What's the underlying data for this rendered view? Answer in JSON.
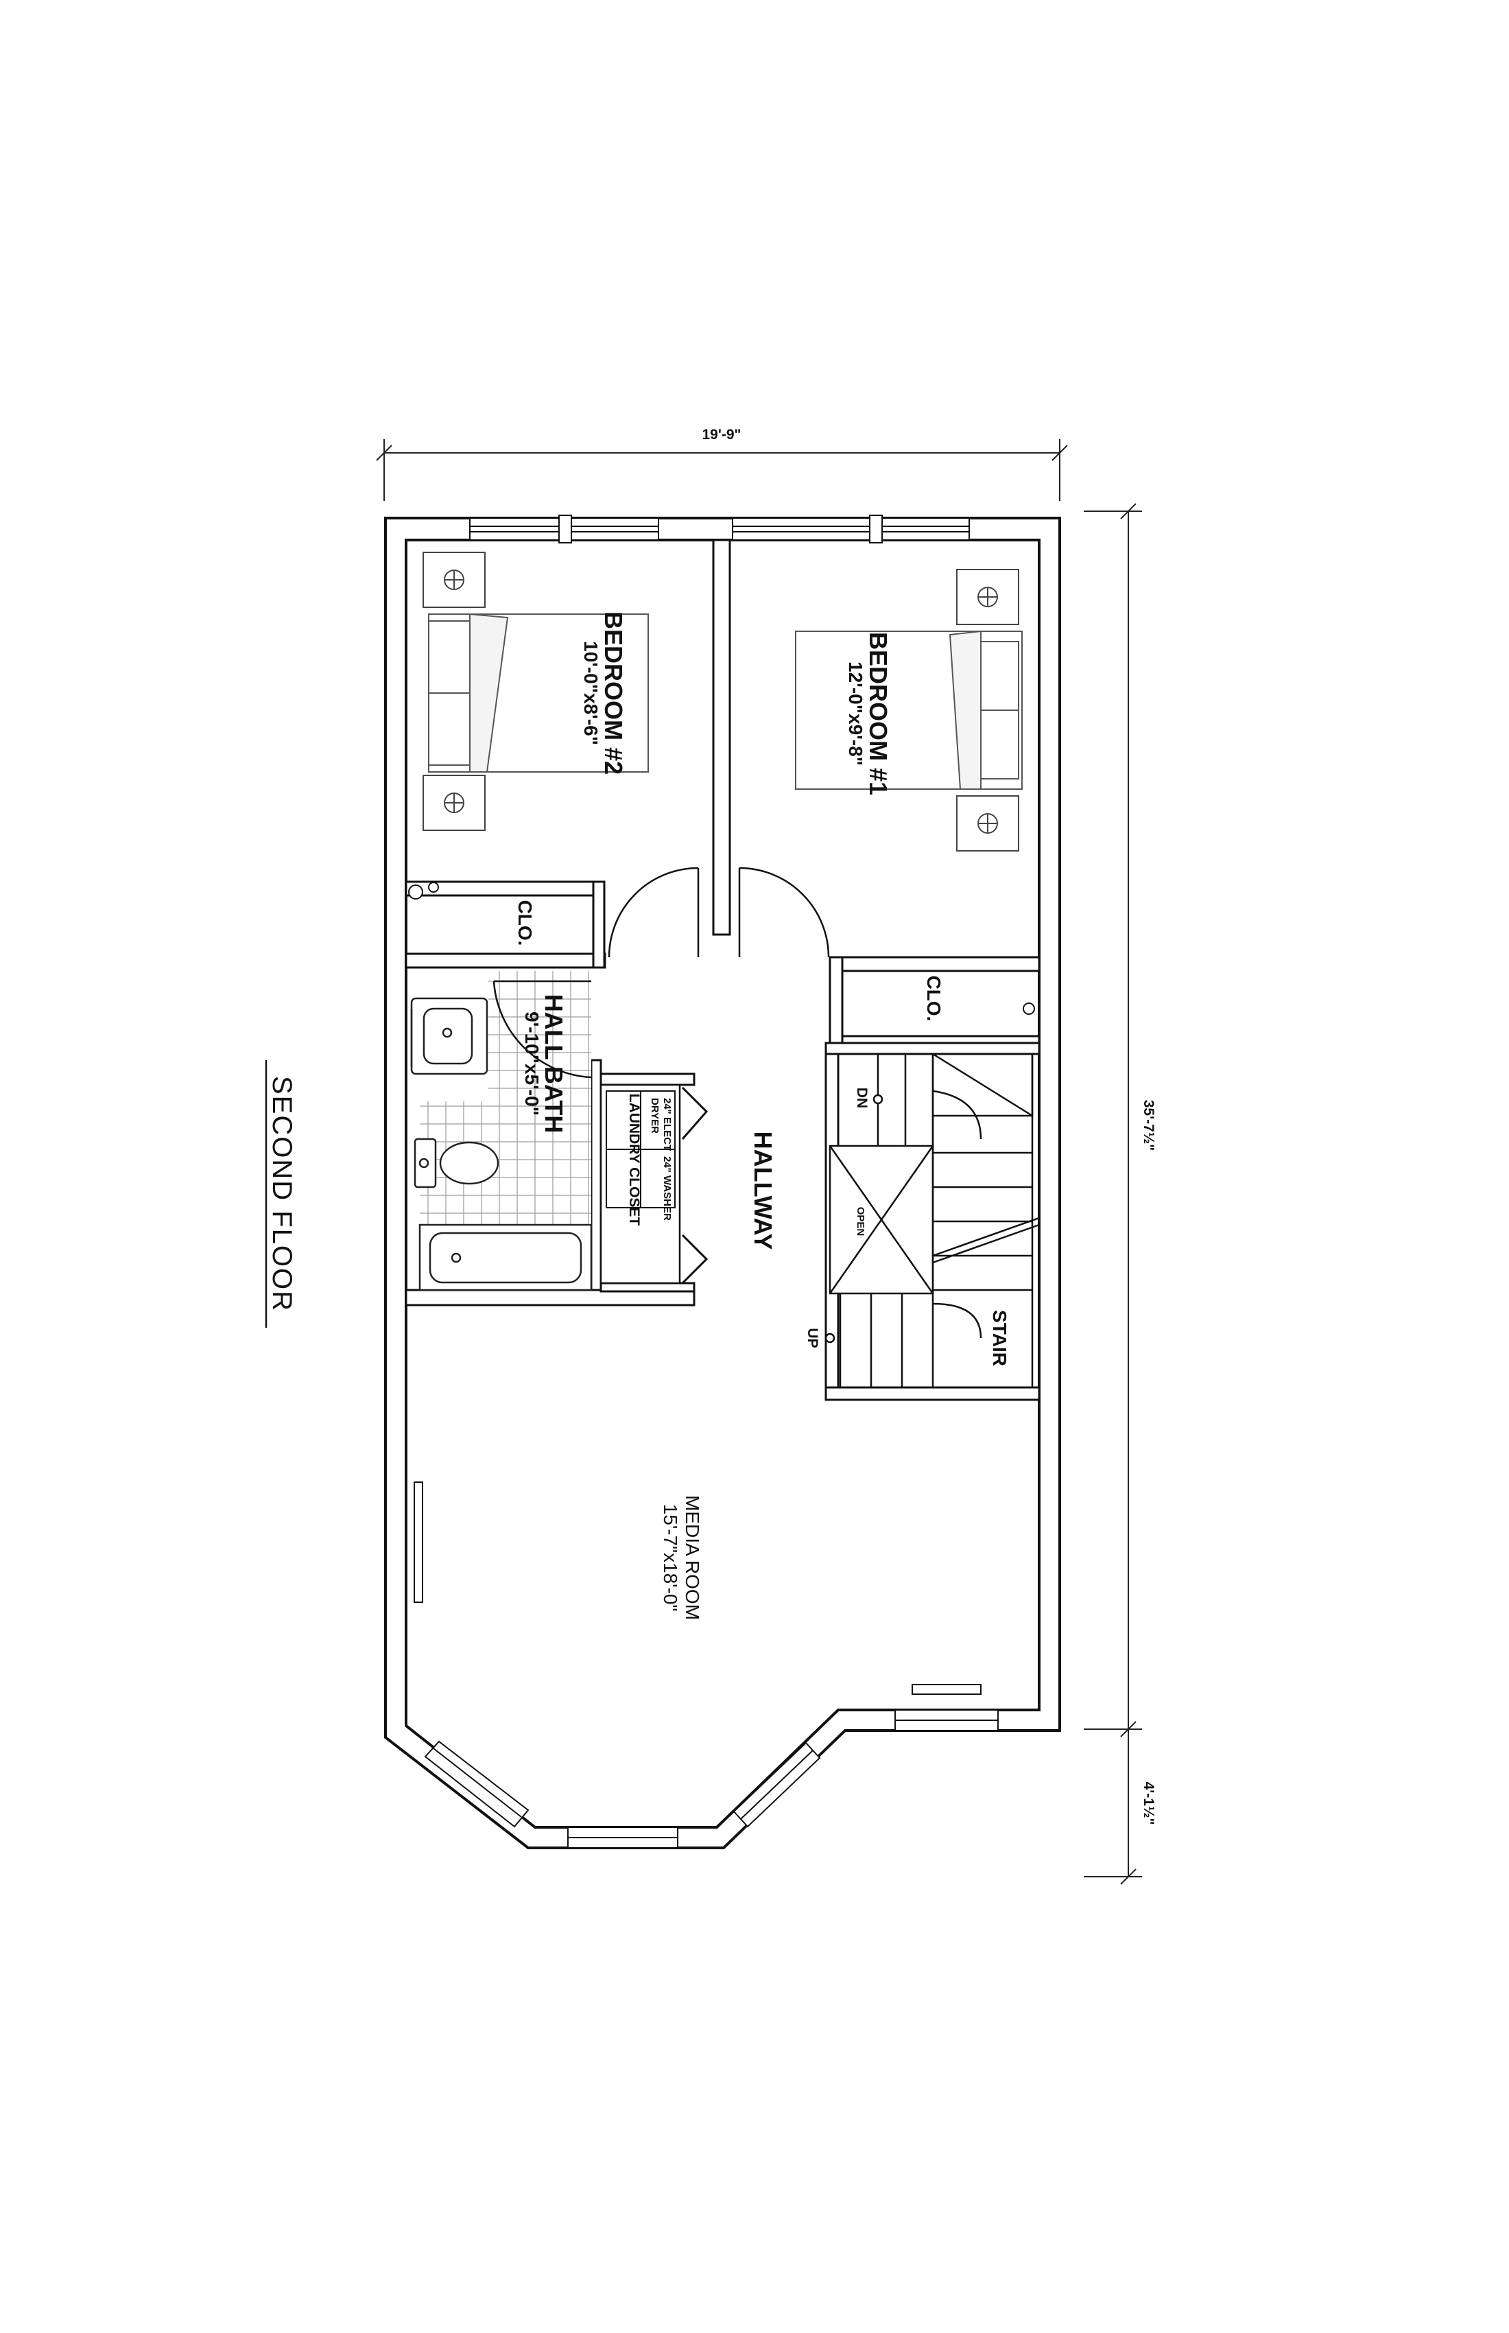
{
  "title": "SECOND FLOOR",
  "dimensions": {
    "width_overall": "19'-9\"",
    "depth_main": "35'-7½\"",
    "depth_bay": "4'-1½\""
  },
  "rooms": {
    "bedroom1": {
      "name": "BEDROOM #1",
      "size": "12'-0\"x9'-8\""
    },
    "bedroom2": {
      "name": "BEDROOM #2",
      "size": "10'-0\"x8'-6\""
    },
    "hall_bath": {
      "name": "HALL BATH",
      "size": "9'-10\"x5'-0\""
    },
    "hallway": {
      "name": "HALLWAY"
    },
    "media_room": {
      "name": "MEDIA ROOM",
      "size": "15'-7\"x18'-0\""
    },
    "closet_a": {
      "name": "CLO."
    },
    "closet_b": {
      "name": "CLO."
    },
    "laundry": {
      "name": "LAUNDRY CLOSET"
    },
    "stair": {
      "name": "STAIR"
    }
  },
  "appliances": {
    "elect_dryer": [
      "24\" ELECT",
      "DRYER"
    ],
    "washer": "24\" WASHER"
  },
  "stair_marks": {
    "down": "DN",
    "up": "UP",
    "open": "OPEN"
  }
}
